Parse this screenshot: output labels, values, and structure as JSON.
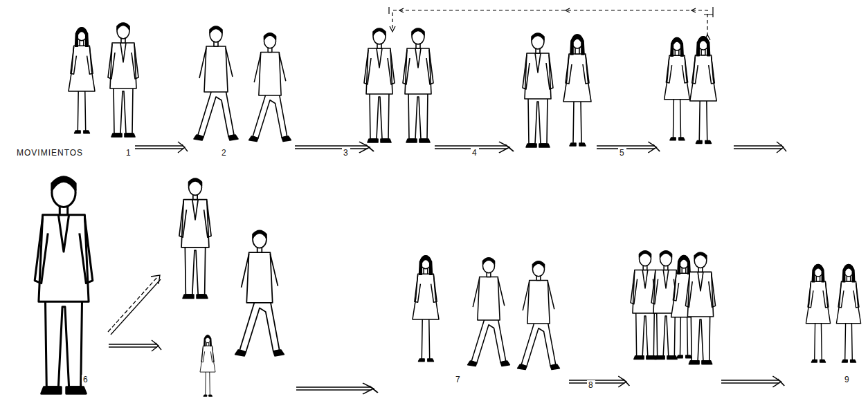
{
  "diagram": {
    "labels": [
      "MOVIMIENTOS",
      "1",
      "2",
      "3",
      "4",
      "5",
      "6",
      "7",
      "8",
      "9"
    ]
  }
}
